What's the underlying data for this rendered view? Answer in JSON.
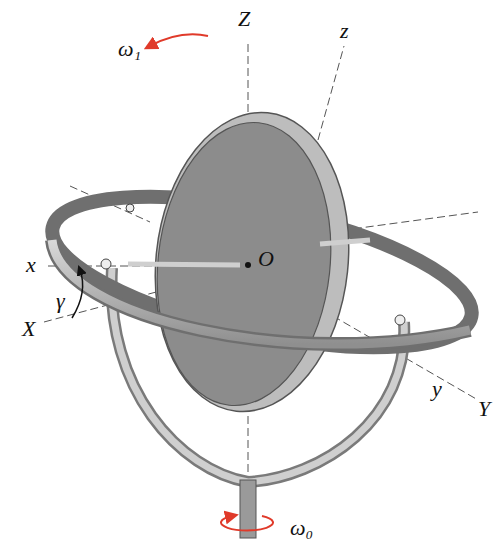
{
  "diagram": {
    "labels": [
      "Z",
      "z",
      "ω₁",
      "x",
      "O",
      "γ",
      "X",
      "y",
      "Y",
      "ω₀"
    ]
  }
}
